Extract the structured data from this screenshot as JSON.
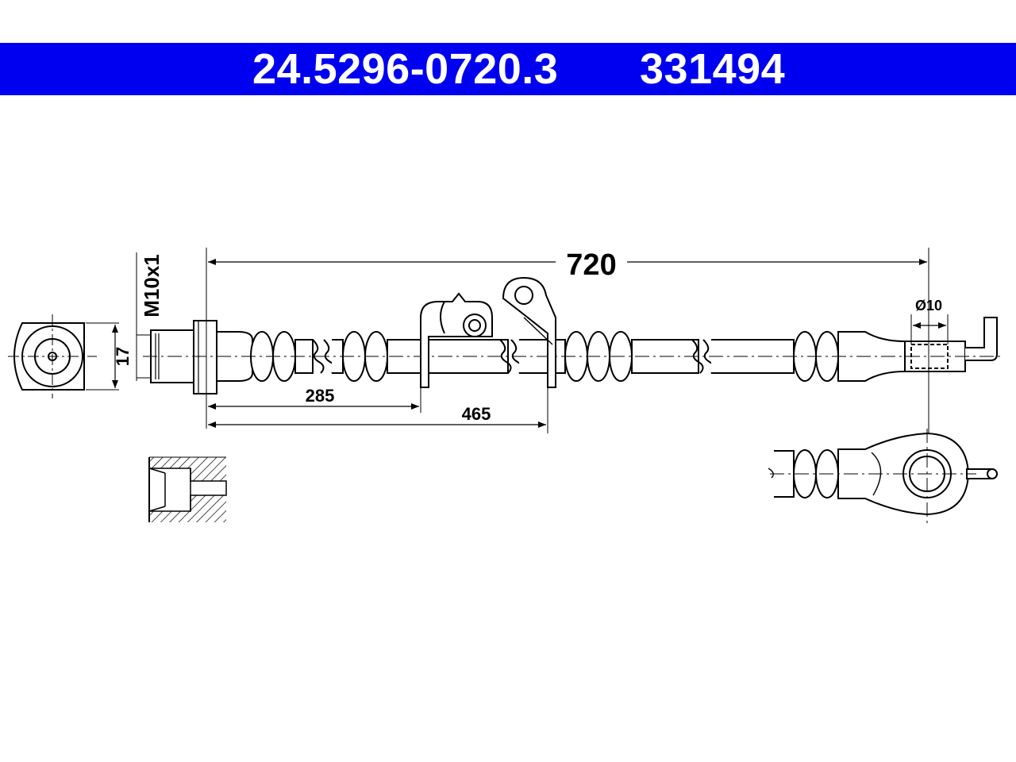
{
  "header": {
    "part_number": "24.5296-0720.3",
    "ref_number": "331494",
    "background_color": "#0000f0",
    "text_color": "#ffffff"
  },
  "dimensions": {
    "total_length": "720",
    "clip_1_distance": "285",
    "clip_2_distance": "465",
    "thread": "M10x1",
    "hex_size": "17",
    "eye_diameter": "Ø10"
  }
}
